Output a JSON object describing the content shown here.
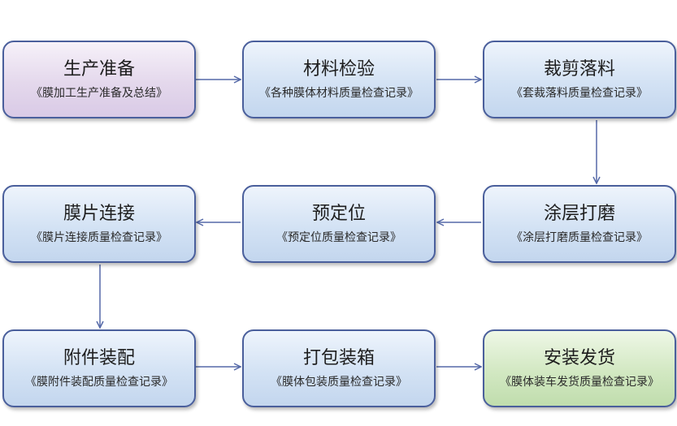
{
  "steps": [
    {
      "title": "生产准备",
      "subtitle": "《膜加工生产准备及总结》",
      "color": "#e4d8ec"
    },
    {
      "title": "材料检验",
      "subtitle": "《各种膜体材料质量检查记录》",
      "color": "#d3e2f4"
    },
    {
      "title": "裁剪落料",
      "subtitle": "《套裁落料质量检查记录》",
      "color": "#d3e2f4"
    },
    {
      "title": "涂层打磨",
      "subtitle": "《涂层打磨质量检查记录》",
      "color": "#d3e2f4"
    },
    {
      "title": "预定位",
      "subtitle": "《预定位质量检查记录》",
      "color": "#d3e2f4"
    },
    {
      "title": "膜片连接",
      "subtitle": "《膜片连接质量检查记录》",
      "color": "#d3e2f4"
    },
    {
      "title": "附件装配",
      "subtitle": "《膜附件装配质量检查记录》",
      "color": "#d3e2f4"
    },
    {
      "title": "打包装箱",
      "subtitle": "《膜体包装质量检查记录》",
      "color": "#d3e2f4"
    },
    {
      "title": "安装发货",
      "subtitle": "《膜体装车发货质量检查记录》",
      "color": "#d2e8c2"
    }
  ],
  "connections": [
    [
      0,
      1
    ],
    [
      1,
      2
    ],
    [
      2,
      3
    ],
    [
      3,
      4
    ],
    [
      4,
      5
    ],
    [
      5,
      6
    ],
    [
      6,
      7
    ],
    [
      7,
      8
    ]
  ],
  "border_color": "#4a5f9c",
  "connector_color": "#5569a8"
}
